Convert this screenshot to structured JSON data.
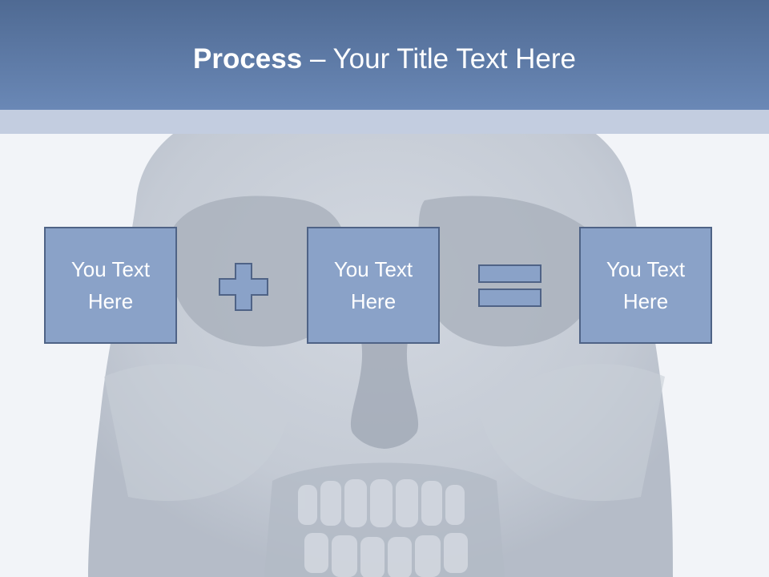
{
  "title": {
    "bold": "Process",
    "separator": " – ",
    "rest": "Your Title Text Here"
  },
  "boxes": [
    {
      "text": "You Text Here"
    },
    {
      "text": "You Text Here"
    },
    {
      "text": "You Text Here"
    }
  ],
  "operators": [
    "plus",
    "equals"
  ],
  "colors": {
    "title_bar": "#6a88b6",
    "title_strip": "#c3cde0",
    "box_fill": "#8aa2c8",
    "box_border": "#4f6386",
    "background": "#f2f4f8",
    "skull_tint": "#b9c0cb"
  },
  "background_image": "skull"
}
